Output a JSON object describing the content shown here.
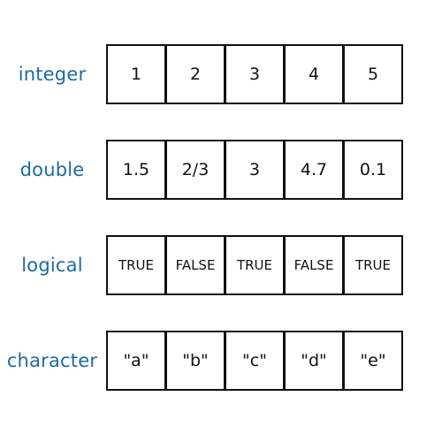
{
  "colors": {
    "label": "#1f6aa5",
    "cell_border": "#111111",
    "cell_text": "#111111",
    "background": "#ffffff"
  },
  "rows": [
    {
      "label": "integer",
      "values": [
        "1",
        "2",
        "3",
        "4",
        "5"
      ]
    },
    {
      "label": "double",
      "values": [
        "1.5",
        "2/3",
        "3",
        "4.7",
        "0.1"
      ]
    },
    {
      "label": "logical",
      "values": [
        "TRUE",
        "FALSE",
        "TRUE",
        "FALSE",
        "TRUE"
      ]
    },
    {
      "label": "character",
      "values": [
        "\"a\"",
        "\"b\"",
        "\"c\"",
        "\"d\"",
        "\"e\""
      ]
    }
  ]
}
